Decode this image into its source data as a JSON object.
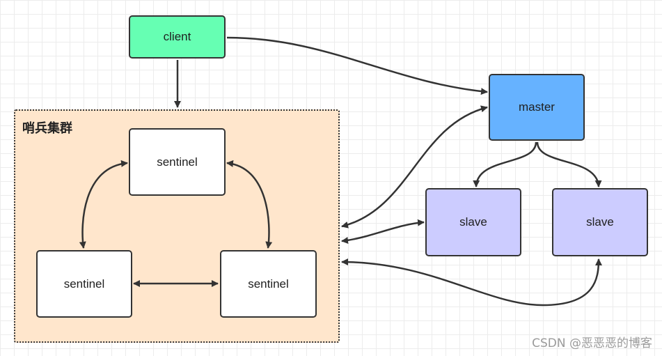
{
  "cluster": {
    "label": "哨兵集群",
    "fill": "#ffe6cc"
  },
  "nodes": {
    "client": {
      "label": "client",
      "fill": "#66ffb3"
    },
    "master": {
      "label": "master",
      "fill": "#66b2ff"
    },
    "slave_left": {
      "label": "slave",
      "fill": "#ccccff"
    },
    "slave_right": {
      "label": "slave",
      "fill": "#ccccff"
    },
    "sentinel_top": {
      "label": "sentinel",
      "fill": "#ffffff"
    },
    "sentinel_left": {
      "label": "sentinel",
      "fill": "#ffffff"
    },
    "sentinel_right": {
      "label": "sentinel",
      "fill": "#ffffff"
    }
  },
  "edge_color": "#333333",
  "watermark": "CSDN @恶恶恶的博客"
}
